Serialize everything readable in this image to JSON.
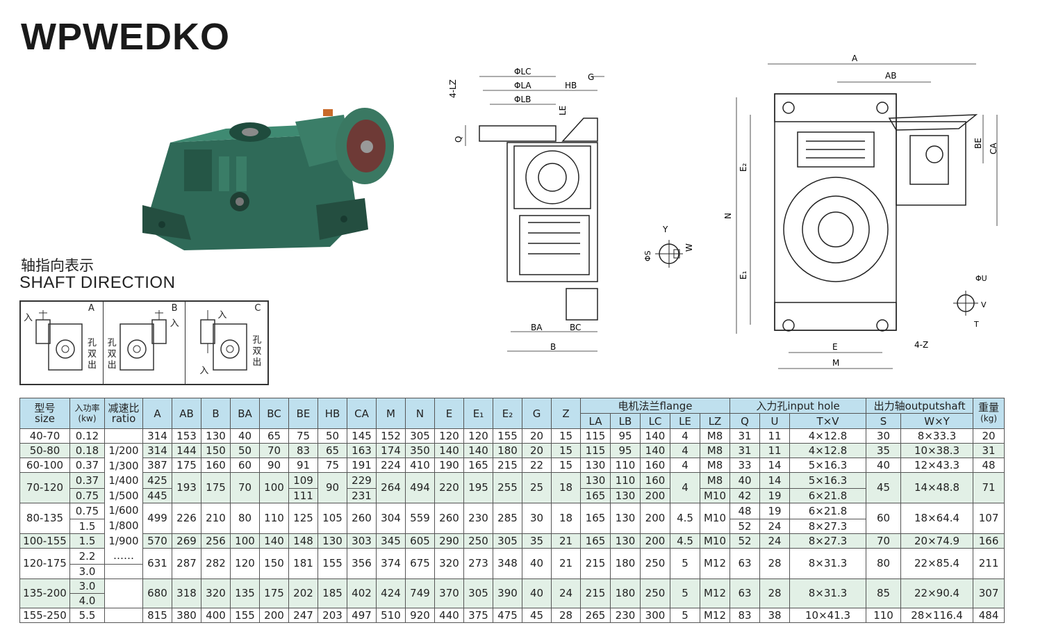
{
  "title": "WPWEDKO",
  "shaft_direction": {
    "heading_cn": "轴指向表示",
    "heading_en": "SHAFT DIRECTION",
    "cells": [
      {
        "letter": "A",
        "in_label": "入",
        "out_label": "孔双出"
      },
      {
        "letter": "B",
        "in_label": "入",
        "out_label": "孔双出"
      },
      {
        "letter": "C",
        "in_label": "入",
        "in_label2": "入",
        "out_label": "孔双出"
      }
    ]
  },
  "drawing_labels": {
    "side": {
      "LC": "ΦLC",
      "LA": "ΦLA",
      "LB": "ΦLB",
      "LZ": "4-LZ",
      "HB": "HB",
      "G": "G",
      "LE": "LE",
      "Q": "Q",
      "BA": "BA",
      "BC": "BC",
      "B": "B"
    },
    "key_small": {
      "S": "ΦS",
      "Y": "Y",
      "W": "W"
    },
    "front": {
      "A": "A",
      "AB": "AB",
      "BE": "BE",
      "CA": "CA",
      "N": "N",
      "E2": "E₂",
      "E1": "E₁",
      "E": "E",
      "M": "M",
      "Z": "4-Z"
    },
    "key_right": {
      "U": "ΦU",
      "V": "V",
      "T": "T"
    }
  },
  "table": {
    "headers": {
      "size": [
        "型号",
        "size"
      ],
      "power": [
        "入功率",
        "(kw)"
      ],
      "ratio": [
        "减速比",
        "ratio"
      ],
      "dims": [
        "A",
        "AB",
        "B",
        "BA",
        "BC",
        "BE",
        "HB",
        "CA",
        "M",
        "N",
        "E",
        "E₁",
        "E₂",
        "G",
        "Z"
      ],
      "flange_group": "电机法兰flange",
      "flange_cols": [
        "LA",
        "LB",
        "LC",
        "LE",
        "LZ"
      ],
      "input_group": "入力孔input hole",
      "input_cols": [
        "Q",
        "U",
        "T×V"
      ],
      "output_group": "出力轴outputshaft",
      "output_cols": [
        "S",
        "W×Y"
      ],
      "weight": [
        "重量",
        "(kg)"
      ]
    },
    "ratios": [
      "1/200",
      "1/300",
      "1/400",
      "1/500",
      "1/600",
      "1/800",
      "1/900",
      "……"
    ],
    "rows": [
      [
        "40-70",
        "0.12",
        "314",
        "153",
        "130",
        "40",
        "65",
        "75",
        "50",
        "145",
        "152",
        "305",
        "120",
        "120",
        "155",
        "20",
        "15",
        "115",
        "95",
        "140",
        "4",
        "M8",
        "31",
        "11",
        "4×12.8",
        "30",
        "8×33.3",
        "20"
      ],
      [
        "50-80",
        "0.18",
        "314",
        "144",
        "150",
        "50",
        "70",
        "83",
        "65",
        "163",
        "174",
        "350",
        "140",
        "140",
        "180",
        "20",
        "15",
        "115",
        "95",
        "140",
        "4",
        "M8",
        "31",
        "11",
        "4×12.8",
        "35",
        "10×38.3",
        "31"
      ],
      [
        "60-100",
        "0.37",
        "387",
        "175",
        "160",
        "60",
        "90",
        "91",
        "75",
        "191",
        "224",
        "410",
        "190",
        "165",
        "215",
        "22",
        "15",
        "130",
        "110",
        "160",
        "4",
        "M8",
        "33",
        "14",
        "5×16.3",
        "40",
        "12×43.3",
        "48"
      ],
      [
        "70-120",
        "0.37",
        "425",
        "193",
        "175",
        "70",
        "100",
        "109",
        "90",
        "229",
        "264",
        "494",
        "220",
        "195",
        "255",
        "25",
        "18",
        "130",
        "110",
        "160",
        "4",
        "M8",
        "40",
        "14",
        "5×16.3",
        "45",
        "14×48.8",
        "71"
      ],
      [
        "0.75",
        "445",
        "111",
        "231",
        "165",
        "130",
        "200",
        "M10",
        "42",
        "19",
        "6×21.8"
      ],
      [
        "80-135",
        "0.75",
        "499",
        "226",
        "210",
        "80",
        "110",
        "125",
        "105",
        "260",
        "304",
        "559",
        "260",
        "230",
        "285",
        "30",
        "18",
        "165",
        "130",
        "200",
        "4.5",
        "M10",
        "48",
        "19",
        "6×21.8",
        "60",
        "18×64.4",
        "107"
      ],
      [
        "1.5",
        "52",
        "24",
        "8×27.3"
      ],
      [
        "100-155",
        "1.5",
        "570",
        "269",
        "256",
        "100",
        "140",
        "148",
        "130",
        "303",
        "345",
        "605",
        "290",
        "250",
        "305",
        "35",
        "21",
        "165",
        "130",
        "200",
        "4.5",
        "M10",
        "52",
        "24",
        "8×27.3",
        "70",
        "20×74.9",
        "166"
      ],
      [
        "120-175",
        "2.2",
        "631",
        "287",
        "282",
        "120",
        "150",
        "181",
        "155",
        "356",
        "374",
        "675",
        "320",
        "273",
        "348",
        "40",
        "21",
        "215",
        "180",
        "250",
        "5",
        "M12",
        "63",
        "28",
        "8×31.3",
        "80",
        "22×85.4",
        "211"
      ],
      [
        "3.0"
      ],
      [
        "135-200",
        "3.0",
        "680",
        "318",
        "320",
        "135",
        "175",
        "202",
        "185",
        "402",
        "424",
        "749",
        "370",
        "305",
        "390",
        "40",
        "24",
        "215",
        "180",
        "250",
        "5",
        "M12",
        "63",
        "28",
        "8×31.3",
        "85",
        "22×90.4",
        "307"
      ],
      [
        "4.0"
      ],
      [
        "155-250",
        "5.5",
        "815",
        "380",
        "400",
        "155",
        "200",
        "247",
        "203",
        "497",
        "510",
        "920",
        "440",
        "375",
        "475",
        "45",
        "28",
        "265",
        "230",
        "300",
        "5",
        "M12",
        "83",
        "38",
        "10×41.3",
        "110",
        "28×116.4",
        "484"
      ]
    ]
  }
}
